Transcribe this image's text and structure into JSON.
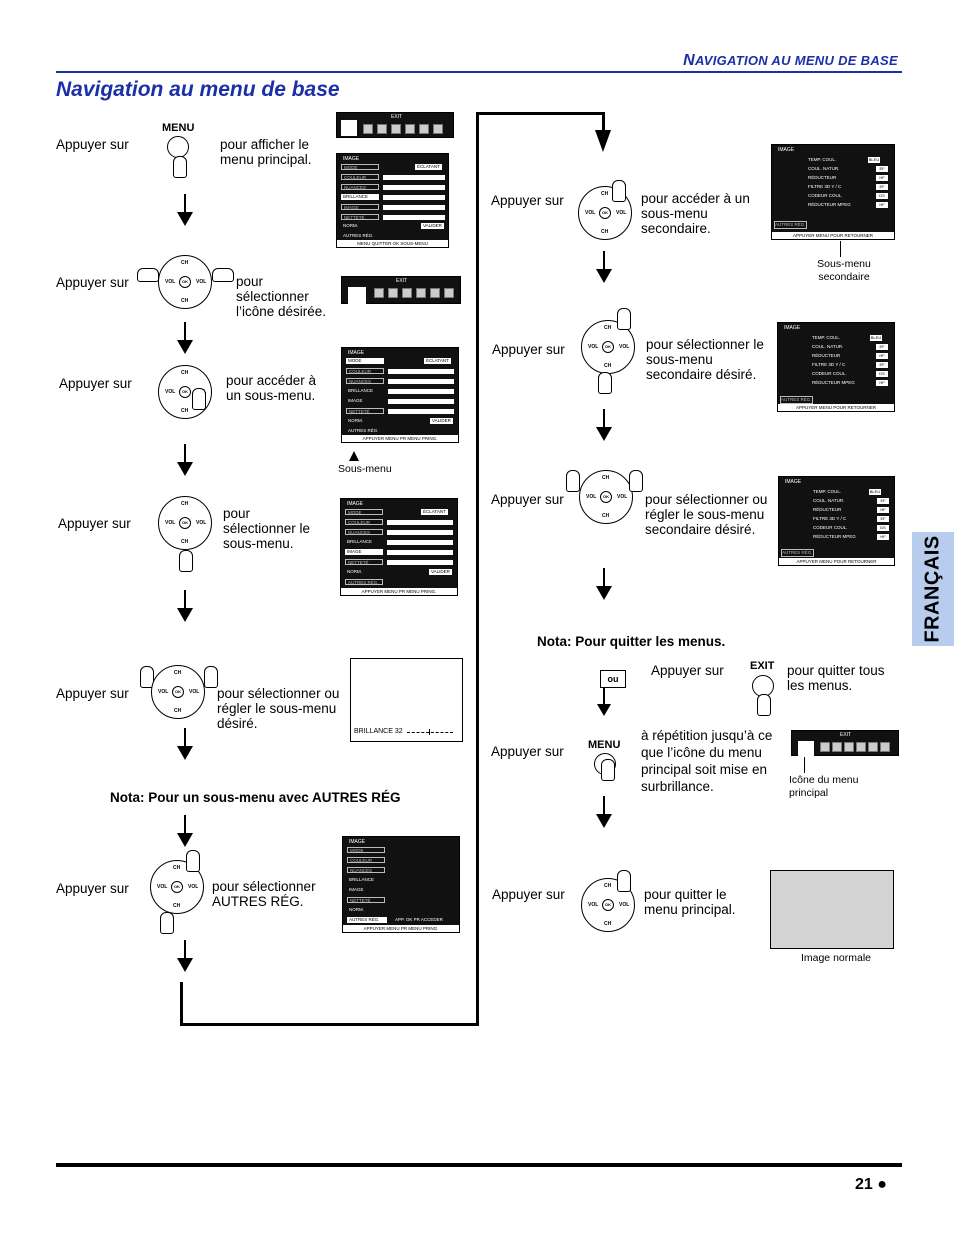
{
  "header": {
    "section_title_first": "N",
    "section_title_rest": "AVIGATION AU MENU DE BASE"
  },
  "page_title": "Navigation au menu de base",
  "language_tab": "FRANÇAIS",
  "page_number": "21 ●",
  "left_column": {
    "step1": {
      "label": "Appuyer sur",
      "button": "MENU",
      "desc": "pour afficher le menu principal."
    },
    "step2": {
      "label": "Appuyer sur",
      "desc": "pour sélectionner l’icône désirée."
    },
    "step3": {
      "label": "Appuyer sur",
      "desc": "pour accéder à un sous-menu.",
      "caption": "Sous-menu"
    },
    "step4": {
      "label": "Appuyer sur",
      "desc": "pour sélectionner le sous-menu."
    },
    "step5": {
      "label": "Appuyer sur",
      "desc": "pour sélectionner ou régler le sous-menu désiré.",
      "screen_text": "BRILLANCE  32"
    },
    "note": "Nota: Pour un sous-menu avec AUTRES RÉG",
    "step6": {
      "label": "Appuyer sur",
      "desc": "pour  sélectionner AUTRES RÉG."
    }
  },
  "right_column": {
    "step1": {
      "label": "Appuyer sur",
      "desc": "pour accéder à un sous-menu secondaire.",
      "caption": "Sous-menu secondaire"
    },
    "step2": {
      "label": "Appuyer sur",
      "desc": "pour sélectionner le sous-menu secondaire désiré."
    },
    "step3": {
      "label": "Appuyer sur",
      "desc": "pour sélectionner ou régler le sous-menu secondaire désiré."
    },
    "note": "Nota: Pour quitter les menus.",
    "or_label": "ou",
    "exit_step": {
      "label": "Appuyer sur",
      "button": "EXIT",
      "desc": "pour quitter tous les menus."
    },
    "menu_step": {
      "label": "Appuyer sur",
      "button": "MENU",
      "desc": "à répétition jusqu’à ce que l’icône du menu principal soit mise en surbrillance.",
      "caption": "Icône du menu principal"
    },
    "quit_step": {
      "label": "Appuyer sur",
      "desc": "pour quitter le menu principal.",
      "caption": "Image normale"
    }
  },
  "osd": {
    "exit": "EXIT",
    "image": "IMAGE",
    "mode": "MODE",
    "couleur": "COULEUR",
    "nuances": "NUANCES",
    "brillance": "BRILLANCE",
    "image_row": "IMAGE",
    "nettete": "NETTETÉ",
    "norm": "NORM.",
    "autres": "AUTRES RÉG.",
    "eclatant": "ÉCLATANT",
    "valider": "VALIDER",
    "footer_main": "MENU  QUITTER OK SOUS-MENU",
    "footer_pr": "APPUYER MENU PR MENU PRING.",
    "footer_ret": "APPUYER MENU POUR RETOURNER",
    "app_ok": "APP. OK PR ACCEDER",
    "temp": "TEMP.  COUL.",
    "coul": "COUL.  NATUR.",
    "reducteur": "RÉDUCTEUR",
    "filtre": "FILTRE 3D  Y / C",
    "codeur": "CODEUR  COUL.",
    "red_mpeg": "RÉDUCTEUR  MPEG",
    "bleu": "BLEU",
    "ef": "EF",
    "hf": "HF",
    "ds": "DS",
    "ch": "CH",
    "vol": "VOL",
    "ok": "OK"
  }
}
